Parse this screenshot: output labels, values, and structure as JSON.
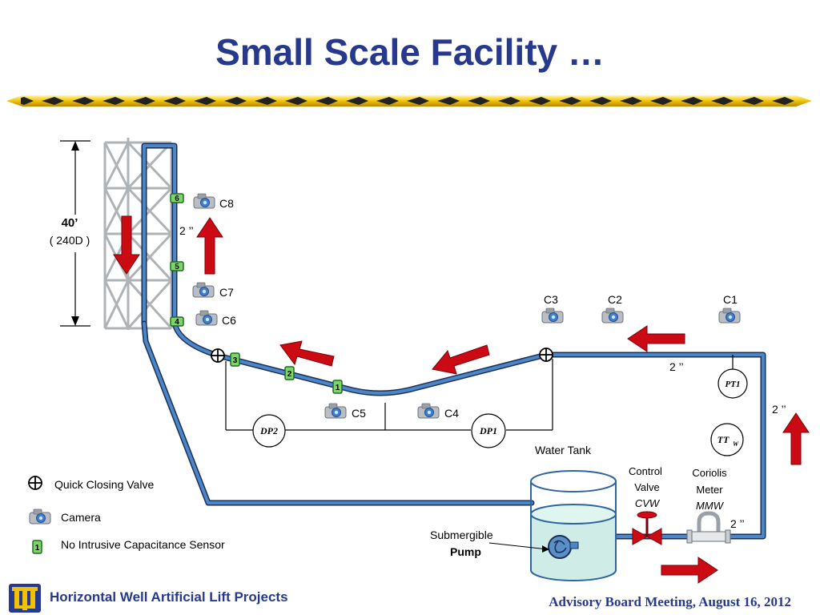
{
  "slide": {
    "title": "Small Scale Facility …",
    "footer_left": "Horizontal Well Artificial Lift Projects",
    "footer_right": "Advisory Board Meeting, August 16, 2012",
    "colors": {
      "title": "#27398d",
      "pipe": "#3c6fb0",
      "arrow": "#c8000b",
      "sensor": "#22a33a"
    }
  },
  "diagram": {
    "height_main": "40’",
    "height_sub": "( 240D )",
    "pipe_sizes": {
      "vertical": "2 ’’",
      "top_return": "2 ’’",
      "right_riser": "2 ’’",
      "bottom_line": "2 ’’"
    },
    "cameras": {
      "c1": "C1",
      "c2": "C2",
      "c3": "C3",
      "c4": "C4",
      "c5": "C5",
      "c6": "C6",
      "c7": "C7",
      "c8": "C8"
    },
    "sensors": {
      "s1": "1",
      "s2": "2",
      "s3": "3",
      "s4": "4",
      "s5": "5",
      "s6": "6"
    },
    "instruments": {
      "dp1": "DP1",
      "dp2": "DP2",
      "pt1": "PT1",
      "tt": "TT",
      "tt_sub": "W"
    },
    "water_tank": "Water Tank",
    "pump": {
      "line1": "Submergible",
      "line2": "Pump"
    },
    "control_valve": {
      "line1": "Control",
      "line2": "Valve",
      "line3": "CVW"
    },
    "coriolis": {
      "line1": "Coriolis",
      "line2": "Meter",
      "line3": "MMW"
    }
  },
  "legend": {
    "valve": "Quick Closing Valve",
    "camera": "Camera",
    "sensor": "No Intrusive Capacitance Sensor",
    "sensor_number": "1"
  }
}
